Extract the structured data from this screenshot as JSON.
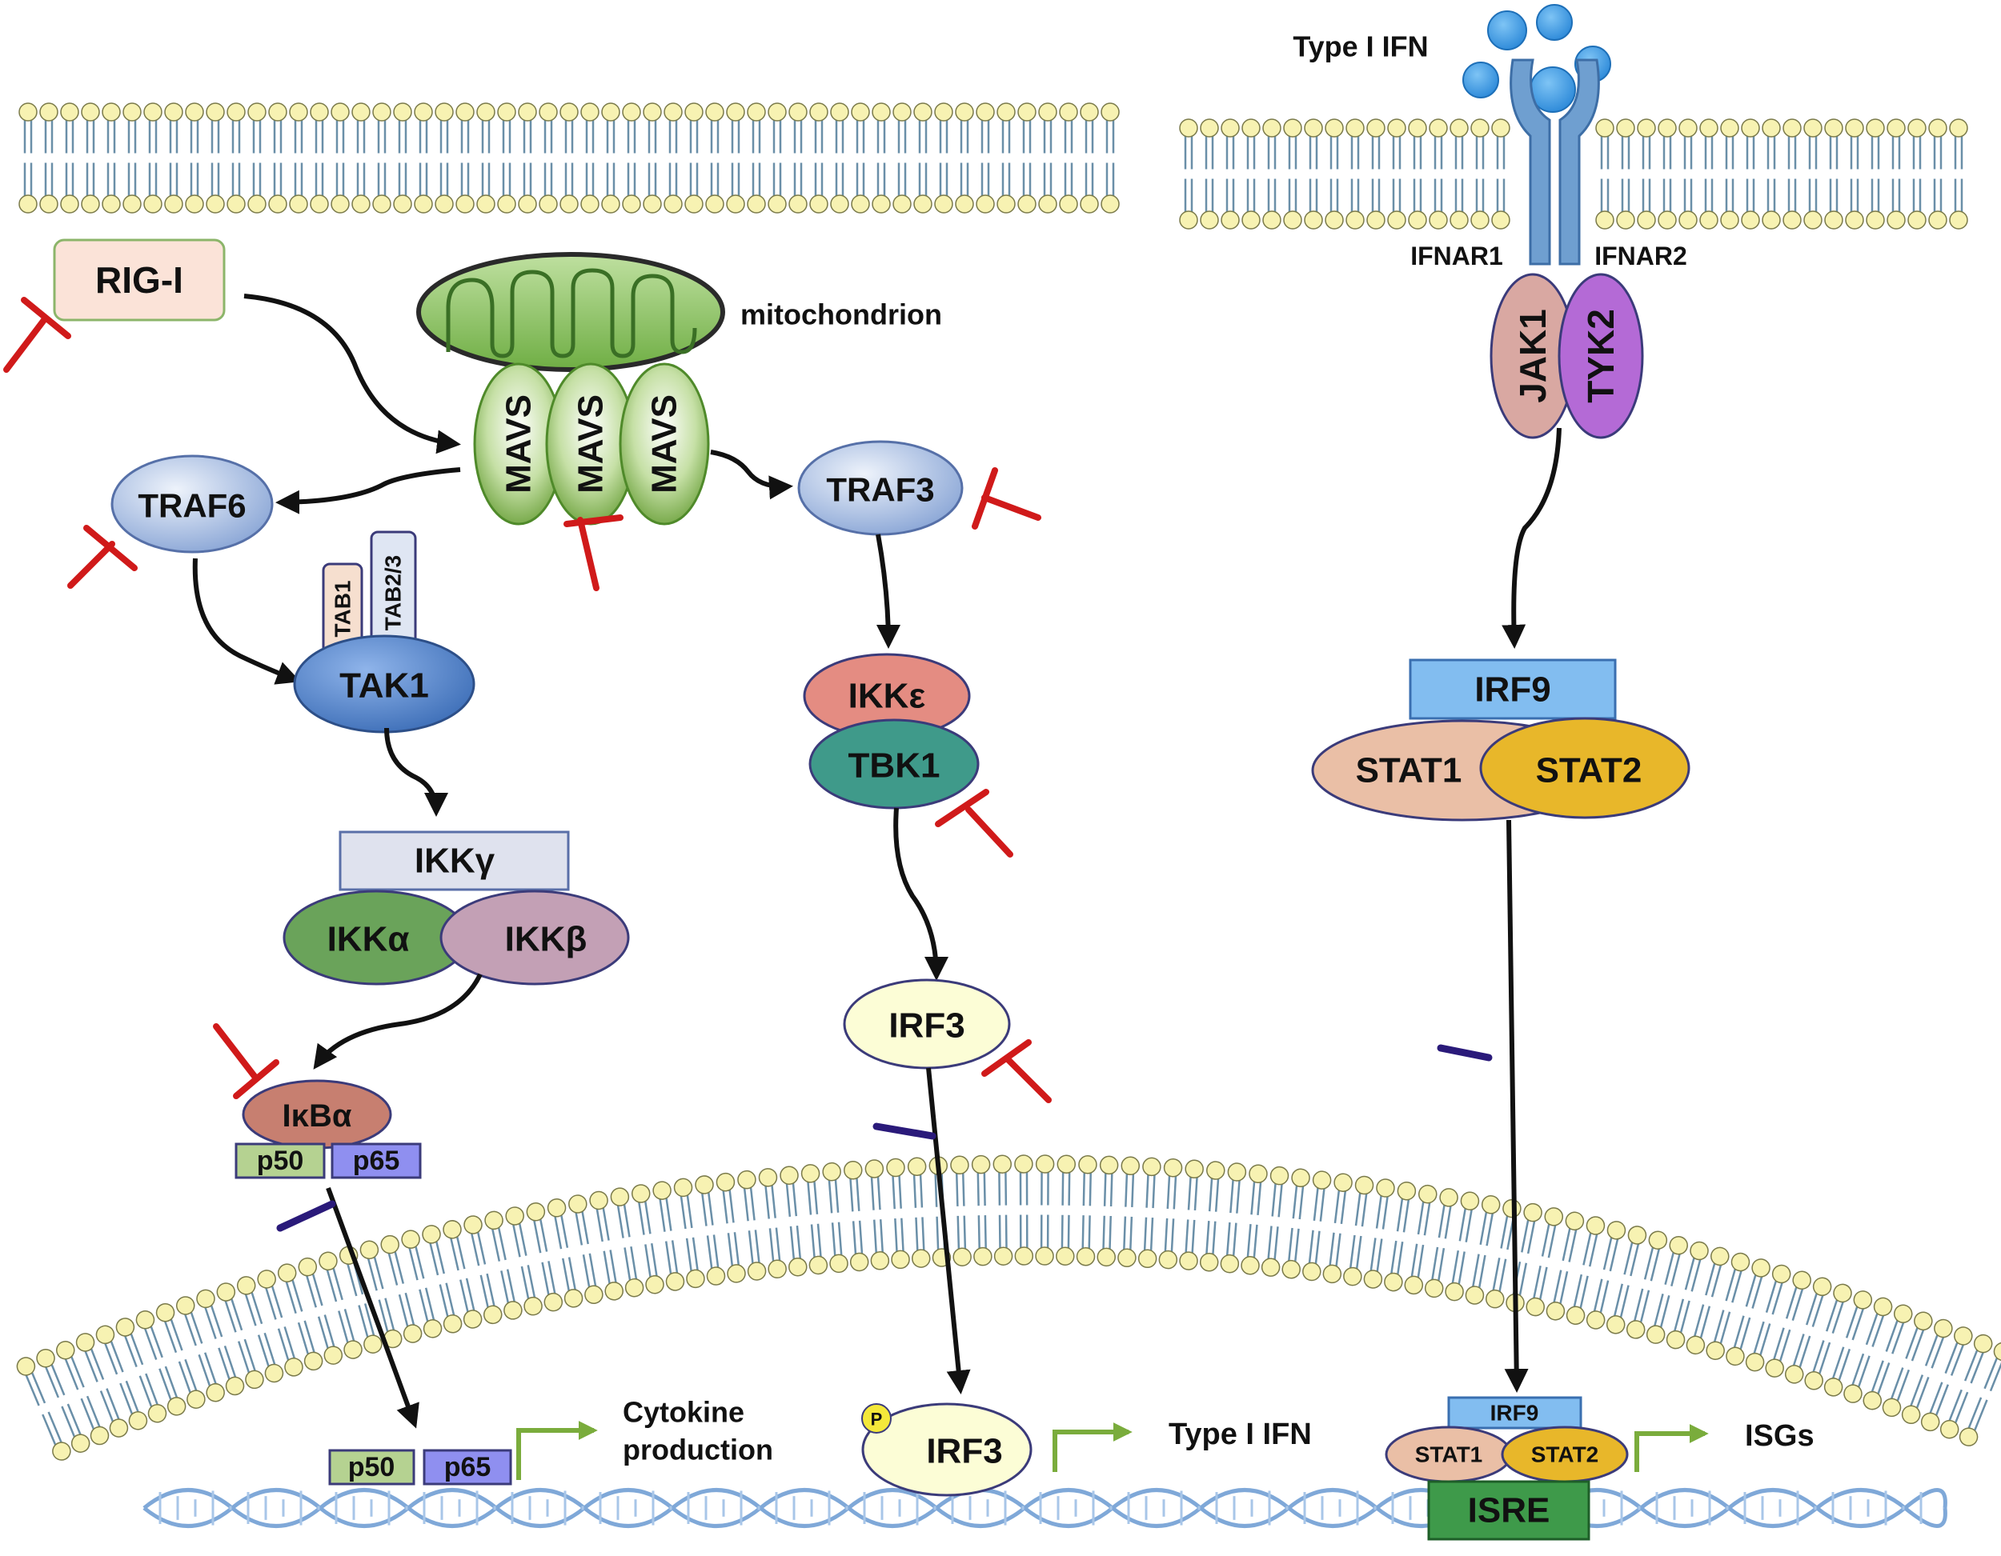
{
  "colors": {
    "arrow": "#111111",
    "inhibit_red": "#d01a1a",
    "inhibit_navy": "#2a1a7a",
    "promoter_green": "#7aac3c",
    "lipid_head": "#f7f2b2",
    "lipid_tail": "#6a8fa8"
  },
  "labels": {
    "type_i_ifn_top": "Type I IFN",
    "ifnar1": "IFNAR1",
    "ifnar2": "IFNAR2",
    "jak1": "JAK1",
    "tyk2": "TYK2",
    "irf9": "IRF9",
    "stat1": "STAT1",
    "stat2": "STAT2",
    "rig_i": "RIG-I",
    "mitochondrion": "mitochondrion",
    "mavs": "MAVS",
    "traf6": "TRAF6",
    "tab1": "TAB1",
    "tab23": "TAB2/3",
    "tak1": "TAK1",
    "ikk_gamma": "IKKγ",
    "ikk_alpha": "IKKα",
    "ikk_beta": "IKKβ",
    "ikb_alpha": "IκBα",
    "p50": "p50",
    "p65": "p65",
    "traf3": "TRAF3",
    "ikk_epsilon": "IKKε",
    "tbk1": "TBK1",
    "irf3": "IRF3",
    "phospho": "P",
    "cytokine_line1": "Cytokine",
    "cytokine_line2": "production",
    "type_i_ifn_out": "Type I IFN",
    "isgs": "ISGs",
    "isre": "ISRE"
  }
}
